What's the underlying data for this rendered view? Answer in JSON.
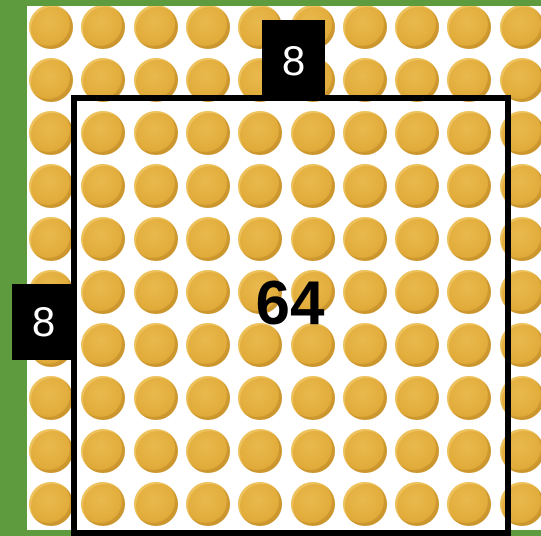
{
  "diagram": {
    "columns_label": "8",
    "rows_label": "8",
    "product_label": "64",
    "framed_columns": 8,
    "framed_rows": 8,
    "visible_grid": {
      "columns": 10,
      "rows": 10
    }
  },
  "colors": {
    "background_green": "#5e9b3e",
    "canvas": "#ffffff",
    "coin": "#e2ad3c",
    "frame": "#000000",
    "label_box": "#000000",
    "label_text": "#ffffff"
  },
  "icons": {
    "coin": "coin-icon"
  }
}
